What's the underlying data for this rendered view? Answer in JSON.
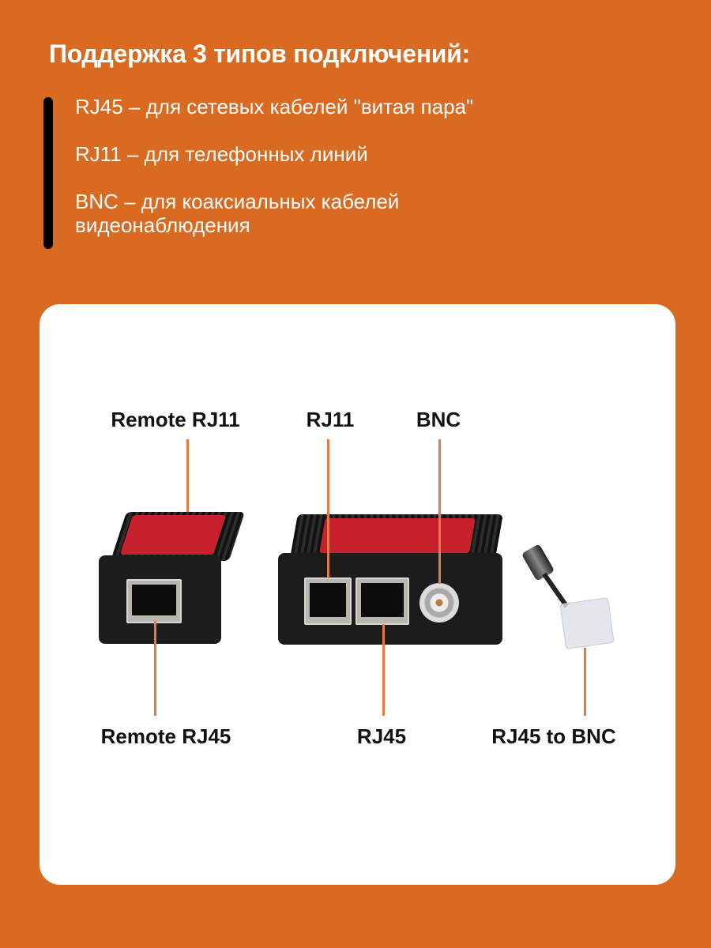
{
  "header": {
    "title": "Поддержка 3 типов подключений:",
    "items": [
      "RJ45 – для сетевых кабелей \"витая пара\"",
      "RJ11 – для телефонных линий",
      "BNC – для коаксиальных кабелей видеонаблюдения"
    ]
  },
  "product": {
    "labels": {
      "remote_rj11": "Remote RJ11",
      "rj11": "RJ11",
      "bnc": "BNC",
      "remote_rj45": "Remote RJ45",
      "rj45": "RJ45",
      "rj45_to_bnc": "RJ45 to BNC"
    }
  },
  "colors": {
    "background": "#D96A22",
    "callout": "#E57A44",
    "card": "#FFFFFF"
  }
}
